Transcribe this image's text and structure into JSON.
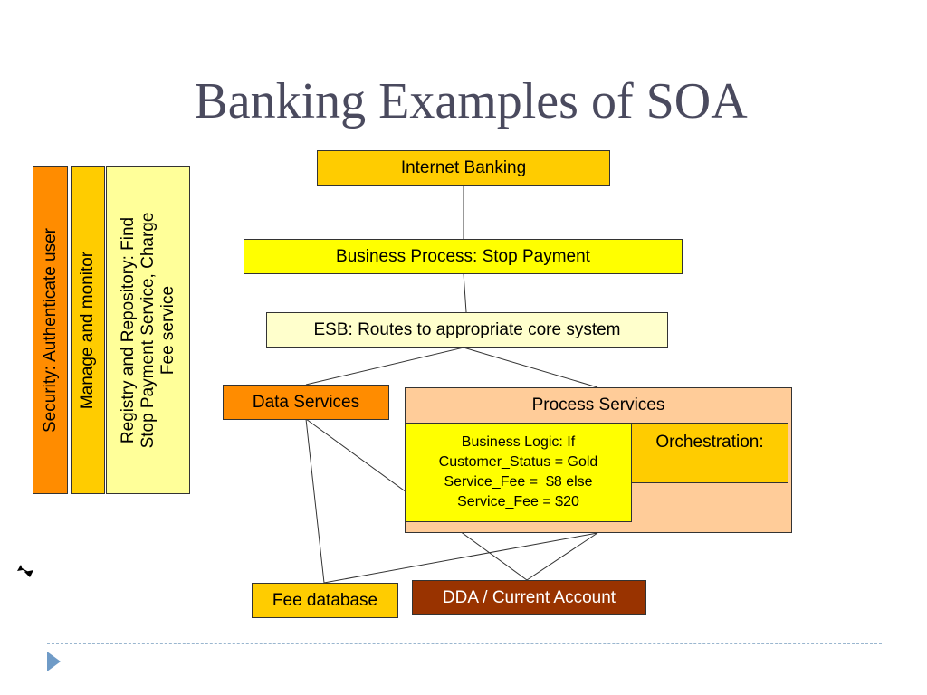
{
  "slide": {
    "title": "Banking Examples of SOA"
  },
  "sidebars": {
    "security": "Security: Authenticate user",
    "manage": "Manage and monitor",
    "registry_line1": "Registry and Repository: Find",
    "registry_line2": "Stop Payment Service, Charge",
    "registry_line3": "Fee service"
  },
  "diagram": {
    "internet_banking": "Internet Banking",
    "business_process": "Business Process: Stop Payment",
    "esb": "ESB: Routes to appropriate core system",
    "data_services": "Data Services",
    "process_services": "Process Services",
    "business_logic": {
      "line1": "Business Logic: If",
      "line2": "Customer_Status = Gold",
      "line3": "Service_Fee =  $8 else",
      "line4": "Service_Fee = $20"
    },
    "orchestration": "Orchestration:",
    "fee_database": "Fee database",
    "dda": "DDA / Current Account"
  },
  "colors": {
    "orange": "#ff8c00",
    "gold": "#ffcc00",
    "yellow": "#ffff00",
    "pale_yellow": "#ffff99",
    "peach": "#ffcc99",
    "brown": "#993300",
    "title": "#4a4a5e"
  },
  "icons": {
    "nav": "play-triangle-icon",
    "cursor": "cursor-arrows-icon"
  }
}
